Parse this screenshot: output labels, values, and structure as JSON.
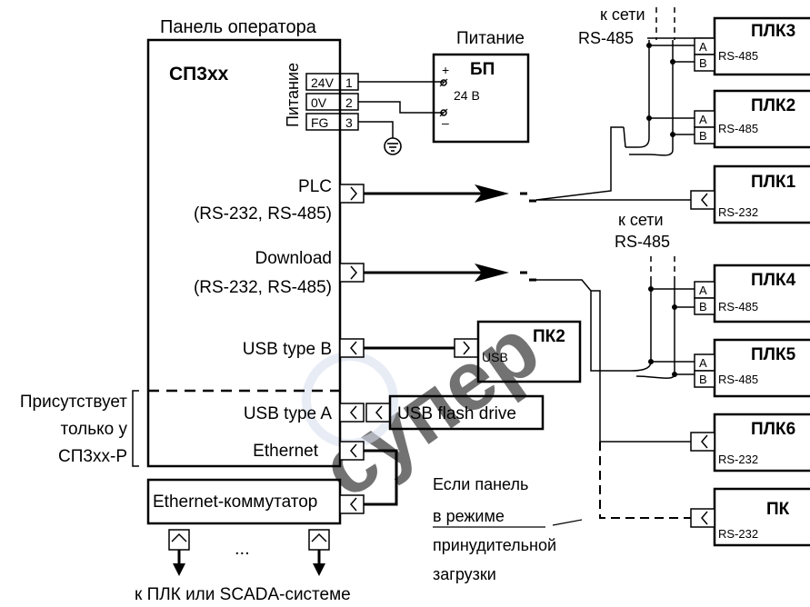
{
  "colors": {
    "line": "#000000",
    "background": "#ffffff",
    "watermark": "#d8e0ee"
  },
  "watermark": {
    "text": "супер"
  },
  "panel": {
    "caption": "Панель оператора",
    "model": "СП3хх",
    "power_group_label": "Питание",
    "terminals": [
      {
        "name": "24V",
        "num": "1"
      },
      {
        "name": "0V",
        "num": "2"
      },
      {
        "name": "FG",
        "num": "3"
      }
    ],
    "ports": {
      "plc_line1": "PLC",
      "plc_line2": "(RS-232, RS-485)",
      "download_line1": "Download",
      "download_line2": "(RS-232, RS-485)",
      "usb_b": "USB type B",
      "usb_a": "USB type A",
      "ethernet": "Ethernet"
    }
  },
  "psu": {
    "caption": "Питание",
    "name": "БП",
    "plus": "+",
    "minus": "–",
    "voltage": "24 В"
  },
  "note_optional": {
    "line1": "Присутствует",
    "line2": "только у",
    "line3": "СП3хх-Р"
  },
  "pc2": {
    "name": "ПК2",
    "port": "USB"
  },
  "flash": {
    "name": "USB flash drive"
  },
  "switch": {
    "name": "Ethernet-коммутатор",
    "ellipsis": "...",
    "bottom_caption": "к ПЛК или SCADA-системе"
  },
  "network_labels": {
    "top_line1": "к сети",
    "top_line2": "RS-485",
    "mid_line1": "к сети",
    "mid_line2": "RS-485"
  },
  "devices": [
    {
      "name": "ПЛК3",
      "ports": [
        "A",
        "B"
      ],
      "iface": "RS-485"
    },
    {
      "name": "ПЛК2",
      "ports": [
        "A",
        "B"
      ],
      "iface": "RS-485"
    },
    {
      "name": "ПЛК1",
      "iface": "RS-232"
    },
    {
      "name": "ПЛК4",
      "ports": [
        "A",
        "B"
      ],
      "iface": "RS-485"
    },
    {
      "name": "ПЛК5",
      "ports": [
        "A",
        "B"
      ],
      "iface": "RS-485"
    },
    {
      "name": "ПЛК6",
      "iface": "RS-232"
    },
    {
      "name": "ПК",
      "iface": "RS-232"
    }
  ],
  "forced_note": {
    "line1": "Если панель",
    "line2": "в режиме",
    "line3": "принудительной",
    "line4": "загрузки"
  }
}
